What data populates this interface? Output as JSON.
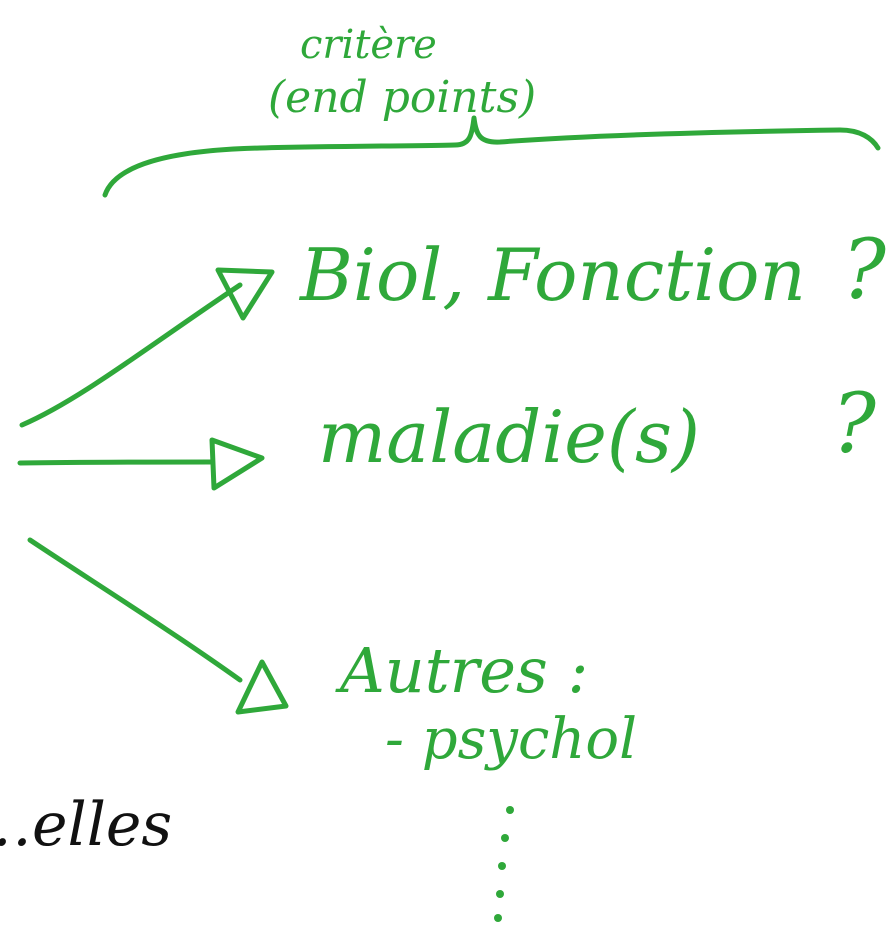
{
  "colors": {
    "ink_green": "#2fa83a",
    "ink_black": "#111111",
    "background": "#ffffff"
  },
  "header": {
    "line1": "critère",
    "line2": "(end points)"
  },
  "items": [
    {
      "label": "Biol, Fonction",
      "mark": "?"
    },
    {
      "label": "maladie(s)",
      "mark": "?"
    },
    {
      "label": "Autres :",
      "sub": "- psychol"
    }
  ],
  "continuation": "⋮",
  "fragment": "…elles"
}
